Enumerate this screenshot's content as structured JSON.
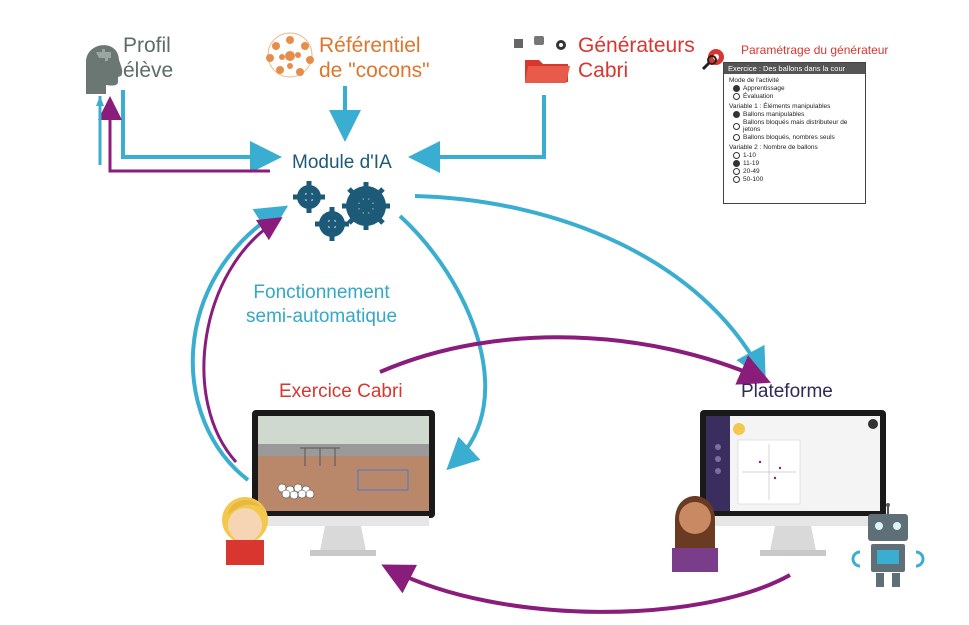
{
  "nodes": {
    "profil": {
      "line1": "Profil",
      "line2": "élève"
    },
    "referentiel": {
      "line1": "Référentiel",
      "line2": "de \"cocons\""
    },
    "generateurs": {
      "line1": "Générateurs",
      "line2": "Cabri"
    },
    "module": "Module d'IA",
    "fonctionnement": {
      "line1": "Fonctionnement",
      "line2": "semi-automatique"
    },
    "exercice": "Exercice Cabri",
    "plateforme": "Plateforme"
  },
  "settings": {
    "title": "Paramétrage du générateur",
    "header": "Exercice : Des ballons dans la cour",
    "sections": [
      {
        "label": "Mode de l'activité",
        "options": [
          {
            "text": "Apprentissage",
            "selected": true
          },
          {
            "text": "Évaluation",
            "selected": false
          }
        ]
      },
      {
        "label": "Variable 1 : Éléments manipulables",
        "options": [
          {
            "text": "Ballons manipulables",
            "selected": true
          },
          {
            "text": "Ballons bloqués mais distributeur de jetons",
            "selected": false
          },
          {
            "text": "Ballons bloqués, nombres seuls",
            "selected": false
          }
        ]
      },
      {
        "label": "Variable 2 : Nombre de ballons",
        "options": [
          {
            "text": "1-10",
            "selected": false
          },
          {
            "text": "11-19",
            "selected": true
          },
          {
            "text": "20-49",
            "selected": false
          },
          {
            "text": "50-100",
            "selected": false
          }
        ]
      }
    ]
  },
  "colors": {
    "teal": "#3aaed0",
    "purple": "#8a1c7c",
    "orange": "#e0762c",
    "red": "#d8362f",
    "gear": "#1d5a78"
  },
  "icons": [
    "head-puzzle-icon",
    "network-icon",
    "folder-icon",
    "gear-icon",
    "robot-icon"
  ]
}
